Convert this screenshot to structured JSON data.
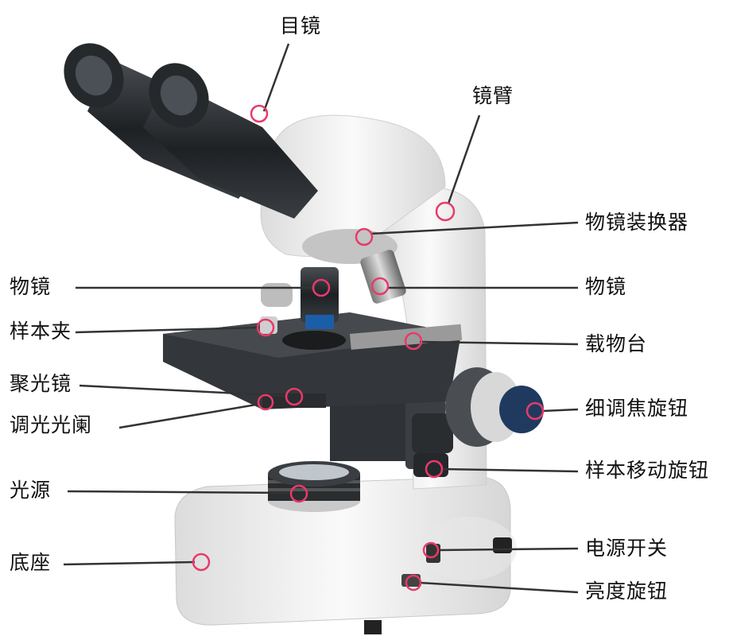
{
  "labels": {
    "eyepiece": "目镜",
    "arm": "镜臂",
    "nosepiece": "物镜装换器",
    "objective_left": "物镜",
    "objective_right": "物镜",
    "clip": "样本夹",
    "stage": "载物台",
    "condenser": "聚光镜",
    "diaphragm": "调光光阑",
    "fine_focus": "细调焦旋钮",
    "stage_knob": "样本移动旋钮",
    "light": "光源",
    "base": "底座",
    "power": "电源开关",
    "brightness": "亮度旋钮"
  },
  "colors": {
    "marker": "#e83a6a",
    "leader": "#333333",
    "body": "#f2f2f2",
    "dark": "#2e3236"
  }
}
